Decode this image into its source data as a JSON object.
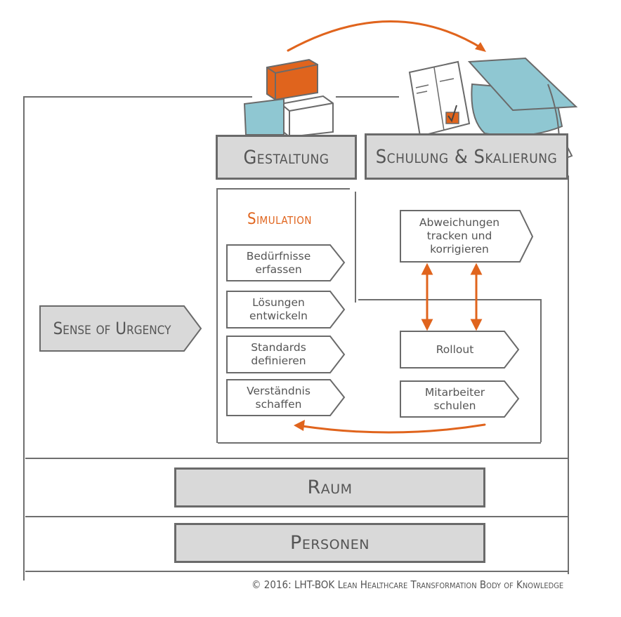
{
  "header": {
    "gestaltung": "Gestaltung",
    "schulung": "Schulung & Skalierung"
  },
  "simulation": {
    "title": "Simulation",
    "steps": [
      {
        "line1": "Bedürfnisse",
        "line2": "erfassen"
      },
      {
        "line1": "Lösungen",
        "line2": "entwickeln"
      },
      {
        "line1": "Standards",
        "line2": "definieren"
      },
      {
        "line1": "Verständnis",
        "line2": "schaffen"
      }
    ]
  },
  "rollout": {
    "deviation": {
      "line1": "Abweichungen",
      "line2": "tracken und",
      "line3": "korrigieren"
    },
    "rollout_label": "Rollout",
    "train": {
      "line1": "Mitarbeiter",
      "line2": "schulen"
    }
  },
  "sense_of_urgency": "Sense of Urgency",
  "raum": "Raum",
  "personen": "Personen",
  "copyright": "© 2016: LHT-BOK Lean Healthcare Transformation Body of Knowledge",
  "colors": {
    "accent": "#e0641d",
    "cube_blue": "#8fc7d2",
    "box_grey": "#d9d9d9",
    "line_grey": "#6a6a6a"
  }
}
